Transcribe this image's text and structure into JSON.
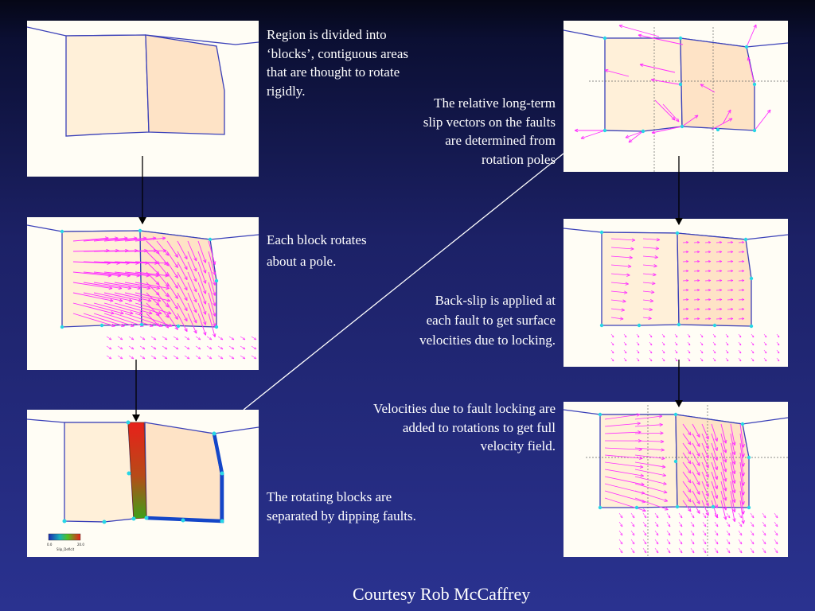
{
  "captions": {
    "blocks": [
      "Region is divided into",
      "‘blocks’, contiguous areas",
      "that are thought to rotate",
      "rigidly."
    ],
    "rotation": [
      "Each block rotates",
      "about a pole."
    ],
    "dipping": [
      "The rotating blocks are",
      "separated by dipping faults."
    ],
    "slip": [
      "The relative long-term",
      "slip vectors on the faults",
      "are determined from",
      "rotation poles"
    ],
    "backslip": [
      "Back-slip is applied at",
      "each fault to get surface",
      "velocities due to locking."
    ],
    "combined": [
      "Velocities due to fault locking are",
      "added to rotations to get full",
      "velocity field."
    ]
  },
  "credit": "Courtesy Rob McCaffrey",
  "colorbar": {
    "min_label": "0.0",
    "max_label": "20.0",
    "title": "Slip_Deficit"
  },
  "colors": {
    "block_fill_left": "#fff0d9",
    "block_fill_right": "#fee3c6",
    "block_outline": "#3a40b8",
    "vector": "#ff2dff",
    "node": "#27d6e6",
    "high_slip": "#e8201a",
    "low_slip": "#1446c8"
  }
}
